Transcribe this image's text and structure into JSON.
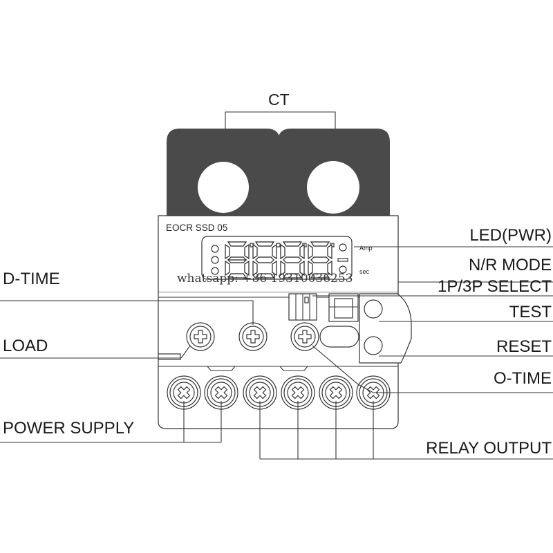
{
  "labels": {
    "ct": "CT",
    "model": "EOCR SSD 05",
    "led_pwr": "LED(PWR)",
    "nr_mode": "N/R MODE",
    "select_1p3p": "1P/3P SELECT",
    "test": "TEST",
    "reset": "RESET",
    "o_time": "O-TIME",
    "relay_output": "RELAY OUTPUT",
    "d_time": "D-TIME",
    "load": "LOAD",
    "power_supply": "POWER SUPPLY",
    "amp": "Amp",
    "sec": "sec"
  },
  "watermark": "whatsapp: +86 19310036253",
  "colors": {
    "ct_body": "#4a4a4a",
    "line": "#333333",
    "background": "#ffffff"
  },
  "icons": {
    "adjust_screw": "plus-screw-icon",
    "terminal_screw": "x-screw-icon"
  }
}
